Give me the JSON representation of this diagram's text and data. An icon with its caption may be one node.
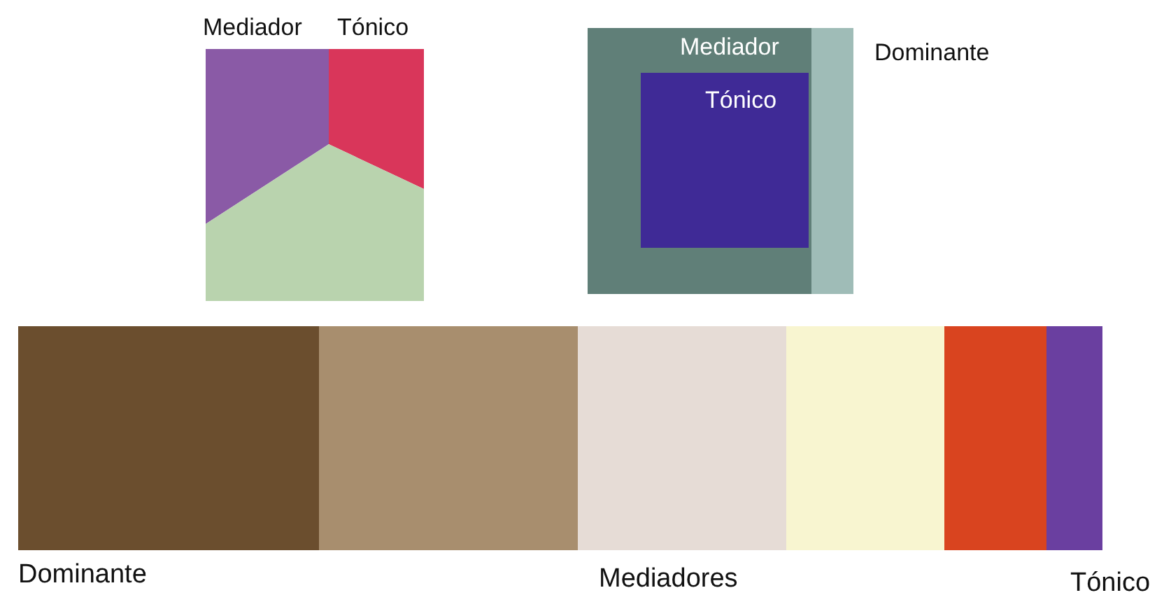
{
  "diagram": {
    "nodes": [
      {
        "text": [
          "Mediador"
        ]
      },
      {
        "text": [
          "Tónico"
        ],
        "in": 0
      }
    ],
    "labels": [
      "Mediador",
      "Tónico",
      "Dominante",
      "Dominante",
      "Mediadores",
      "Tónico"
    ]
  }
}
